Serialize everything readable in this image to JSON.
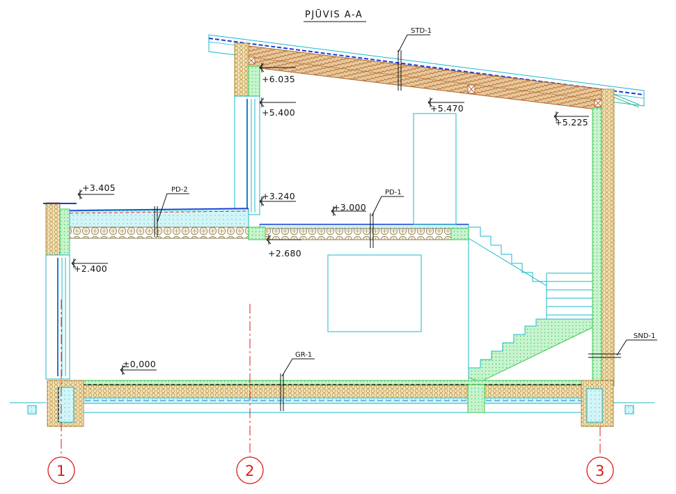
{
  "title": "PJŪVIS A-A",
  "levels": {
    "l6035": "+6.035",
    "l5400": "+5.400",
    "l5470": "+5.470",
    "l5225": "+5.225",
    "l3405": "+3.405",
    "l3240": "+3.240",
    "l3000": "+3.000",
    "l2680": "+2.680",
    "l2400": "+2.400",
    "l0000": "±0,000"
  },
  "tags": {
    "std1": "STD-1",
    "pd2": "PD-2",
    "pd1": "PD-1",
    "gr1": "GR-1",
    "snd1": "SND-1"
  },
  "axes": [
    "1",
    "2",
    "3"
  ],
  "colors": {
    "insulation": "#f3dfb0",
    "insulation_line": "#b08a3c",
    "structure": "#18b8c8",
    "green": "#3bc94a",
    "membrane": "#1a3bd6",
    "axis": "#e01818"
  }
}
